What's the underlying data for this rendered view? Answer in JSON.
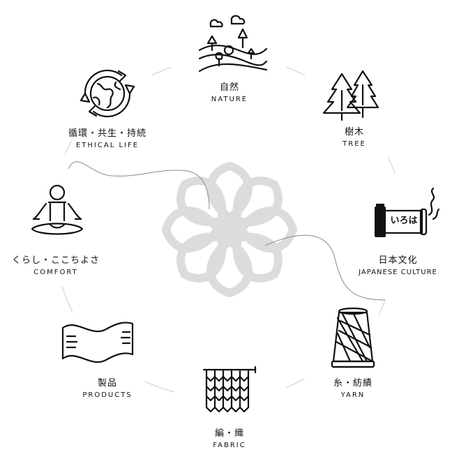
{
  "nodes": {
    "nature": {
      "jp": "自然",
      "en": "NATURE",
      "icon": "landscape-icon"
    },
    "tree": {
      "jp": "樹木",
      "en": "TREE",
      "icon": "pine-trees-icon"
    },
    "japanese": {
      "jp": "日本文化",
      "en": "JAPANESE CULTURE",
      "icon": "scroll-icon",
      "scroll_text": "いろは"
    },
    "yarn": {
      "jp": "糸・紡績",
      "en": "YARN",
      "icon": "yarn-spool-icon"
    },
    "fabric": {
      "jp": "編・織",
      "en": "FABRIC",
      "icon": "knitting-icon"
    },
    "products": {
      "jp": "製品",
      "en": "PRODUCTS",
      "icon": "towel-icon"
    },
    "comfort": {
      "jp": "くらし・ここちよさ",
      "en": "COMFORT",
      "icon": "meditation-icon"
    },
    "ethical": {
      "jp": "循環・共生・持続",
      "en": "ETHICAL LIFE",
      "icon": "recycle-globe-icon"
    }
  },
  "center": {
    "icon": "flower-emblem-icon"
  },
  "colors": {
    "ink": "#111111",
    "ring": "#d9d9d9",
    "emblem": "#dcdcdc",
    "flow_line": "#8a8a8a"
  }
}
